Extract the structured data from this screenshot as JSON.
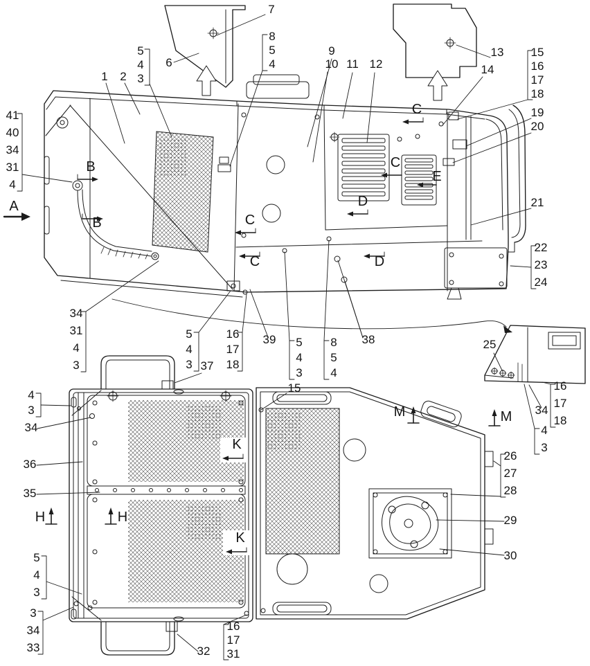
{
  "figure": {
    "background": "#ffffff",
    "line_color": "#1c1c1c",
    "hatch_color": "#555555"
  },
  "labels": {
    "n1": "1",
    "n2": "2",
    "n3": "3",
    "n4": "4",
    "n5": "5",
    "n6": "6",
    "n7": "7",
    "n8": "8",
    "n9": "9",
    "n10": "10",
    "n11": "11",
    "n12": "12",
    "n13": "13",
    "n14": "14",
    "n15": "15",
    "n16": "16",
    "n17": "17",
    "n18": "18",
    "n19": "19",
    "n20": "20",
    "n21": "21",
    "n22": "22",
    "n23": "23",
    "n24": "24",
    "n25": "25",
    "n26": "26",
    "n27": "27",
    "n28": "28",
    "n29": "29",
    "n30": "30",
    "n31": "31",
    "n32": "32",
    "n33": "33",
    "n34": "34",
    "n35": "35",
    "n36": "36",
    "n37": "37",
    "n38": "38",
    "n39": "39",
    "n40": "40",
    "n41": "41",
    "A": "A",
    "B": "B",
    "C": "C",
    "D": "D",
    "E": "E",
    "H": "H",
    "K": "K",
    "M": "M"
  }
}
